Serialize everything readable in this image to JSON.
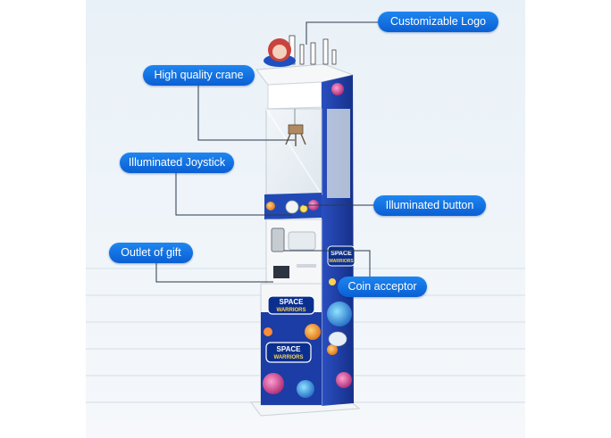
{
  "callouts": {
    "logo": "Customizable Logo",
    "crane": "High quality crane",
    "joystick": "Illuminated Joystick",
    "button": "Illuminated button",
    "outlet": "Outlet of gift",
    "coin": "Coin acceptor"
  },
  "machine": {
    "brand_top": "SPACE",
    "brand_sub": "WARRIORS"
  },
  "colors": {
    "pill": "#0a6fe0",
    "cabinet_blue": "#1d3fa8",
    "cabinet_white": "#f4f6f8",
    "leader_line": "#2a3a4a"
  }
}
